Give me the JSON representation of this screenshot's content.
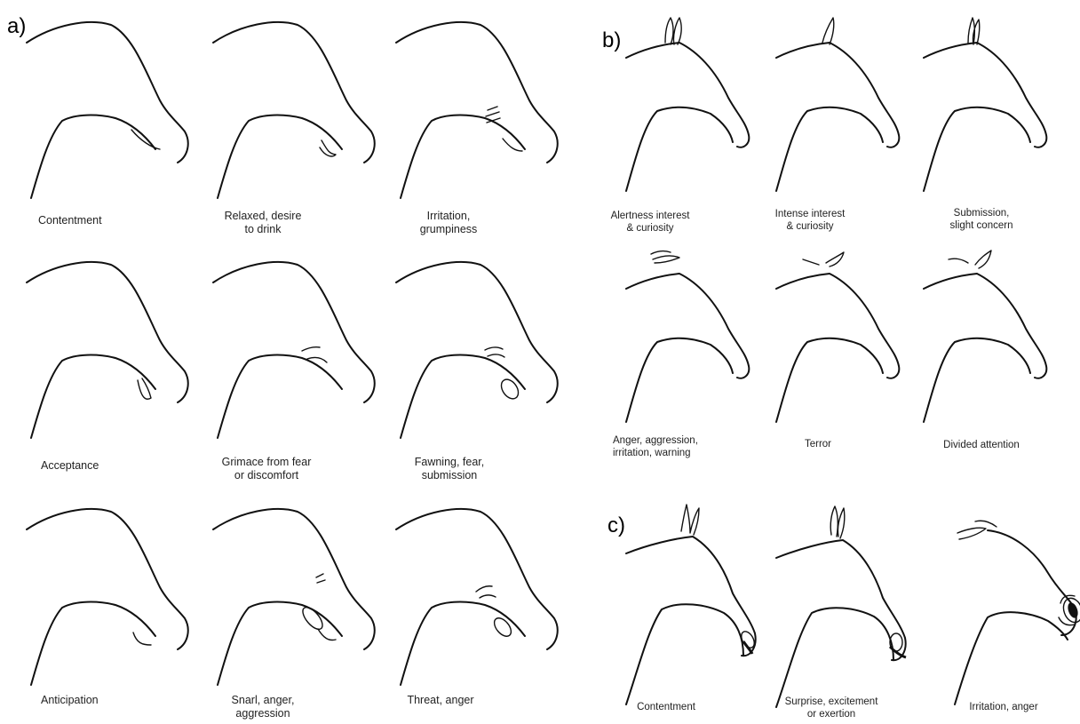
{
  "panels": {
    "a": {
      "label": "a)",
      "captions": [
        "Contentment",
        "Relaxed, desire\nto drink",
        "Irritation,\ngrumpiness",
        "Acceptance",
        "Grimace from fear\nor discomfort",
        "Fawning, fear,\nsubmission",
        "Anticipation",
        "Snarl, anger,\naggression",
        "Threat, anger"
      ]
    },
    "b": {
      "label": "b)",
      "captions": [
        "Alertness interest\n& curiosity",
        "Intense interest\n& curiosity",
        "Submission,\nslight concern",
        "Anger, aggression,\nirritation, warning",
        "Terror",
        "Divided attention"
      ]
    },
    "c": {
      "label": "c)",
      "captions": [
        "Contentment",
        "Surprise, excitement\nor exertion",
        "Irritation, anger"
      ]
    }
  }
}
